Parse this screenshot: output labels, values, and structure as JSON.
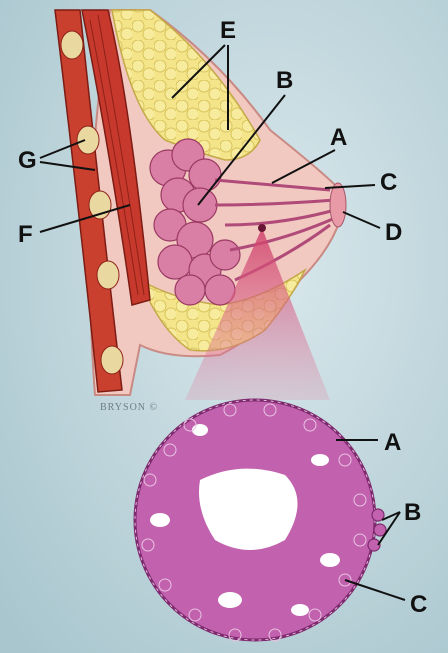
{
  "labels": {
    "upper": {
      "e": "E",
      "b": "B",
      "a": "A",
      "c": "C",
      "d": "D",
      "g": "G",
      "f": "F"
    },
    "lower": {
      "a": "A",
      "b": "B",
      "c": "C"
    }
  },
  "signature": "BRYSON ©",
  "colors": {
    "background": "#bcd5dc",
    "muscle": "#c6392c",
    "fat": "#f2e07a",
    "lobules": "#d97fa5",
    "tissue": "#f1c9c1",
    "cells": "#b44aa0",
    "lumen": "#ffffff"
  }
}
